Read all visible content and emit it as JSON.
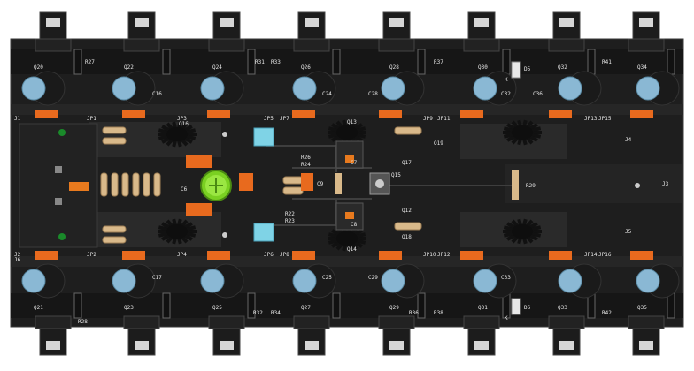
{
  "colors": {
    "board": "#1e1e1e",
    "copper": "#2e2e2e",
    "silk": "#e6e6e6",
    "pad": "#d99830",
    "orange": "#e86a1e",
    "cap_blue": "#8ab8d4",
    "cap_dark": "#1a1a1a",
    "electrolytic_green": "#7ad022",
    "transistor_body": "#1c1c1c",
    "transistor_tab": "#d6d6d6",
    "resistor_tan": "#d9b98a",
    "film_cap_cyan": "#7fd3e6"
  },
  "labels": {
    "top_transistors": [
      "Q20",
      "Q22",
      "Q24",
      "Q26",
      "Q28",
      "Q30",
      "Q32",
      "Q34"
    ],
    "bottom_transistors": [
      "Q21",
      "Q23",
      "Q25",
      "Q27",
      "Q29",
      "Q31",
      "Q33",
      "Q35"
    ],
    "top_resistors": [
      "R27",
      "R31",
      "R33",
      "R37",
      "R41"
    ],
    "bottom_resistors": [
      "R28",
      "R32",
      "R34",
      "R36",
      "R38",
      "R42"
    ],
    "caps_top": [
      "C16",
      "C24",
      "C28",
      "C32",
      "C36"
    ],
    "caps_bottom": [
      "C17",
      "C25",
      "C29",
      "C33"
    ],
    "jumpers_top": [
      "JP1",
      "JP3",
      "JP5",
      "JP7",
      "JP9",
      "JP11",
      "JP13",
      "JP15"
    ],
    "jumpers_bottom": [
      "JP2",
      "JP4",
      "JP6",
      "JP8",
      "JP10",
      "JP12",
      "JP14",
      "JP16"
    ],
    "connectors": [
      "J1",
      "J2",
      "J3",
      "J4",
      "J5",
      "J6"
    ],
    "drivers": [
      "Q13",
      "Q14",
      "Q15",
      "Q16",
      "Q17",
      "Q18",
      "Q19"
    ],
    "center": [
      "R22",
      "R23",
      "R24",
      "R26",
      "R29",
      "C6",
      "C7",
      "C8",
      "C9",
      "Q12"
    ],
    "diodes": [
      "D5",
      "D6"
    ],
    "diode_k": "K"
  }
}
